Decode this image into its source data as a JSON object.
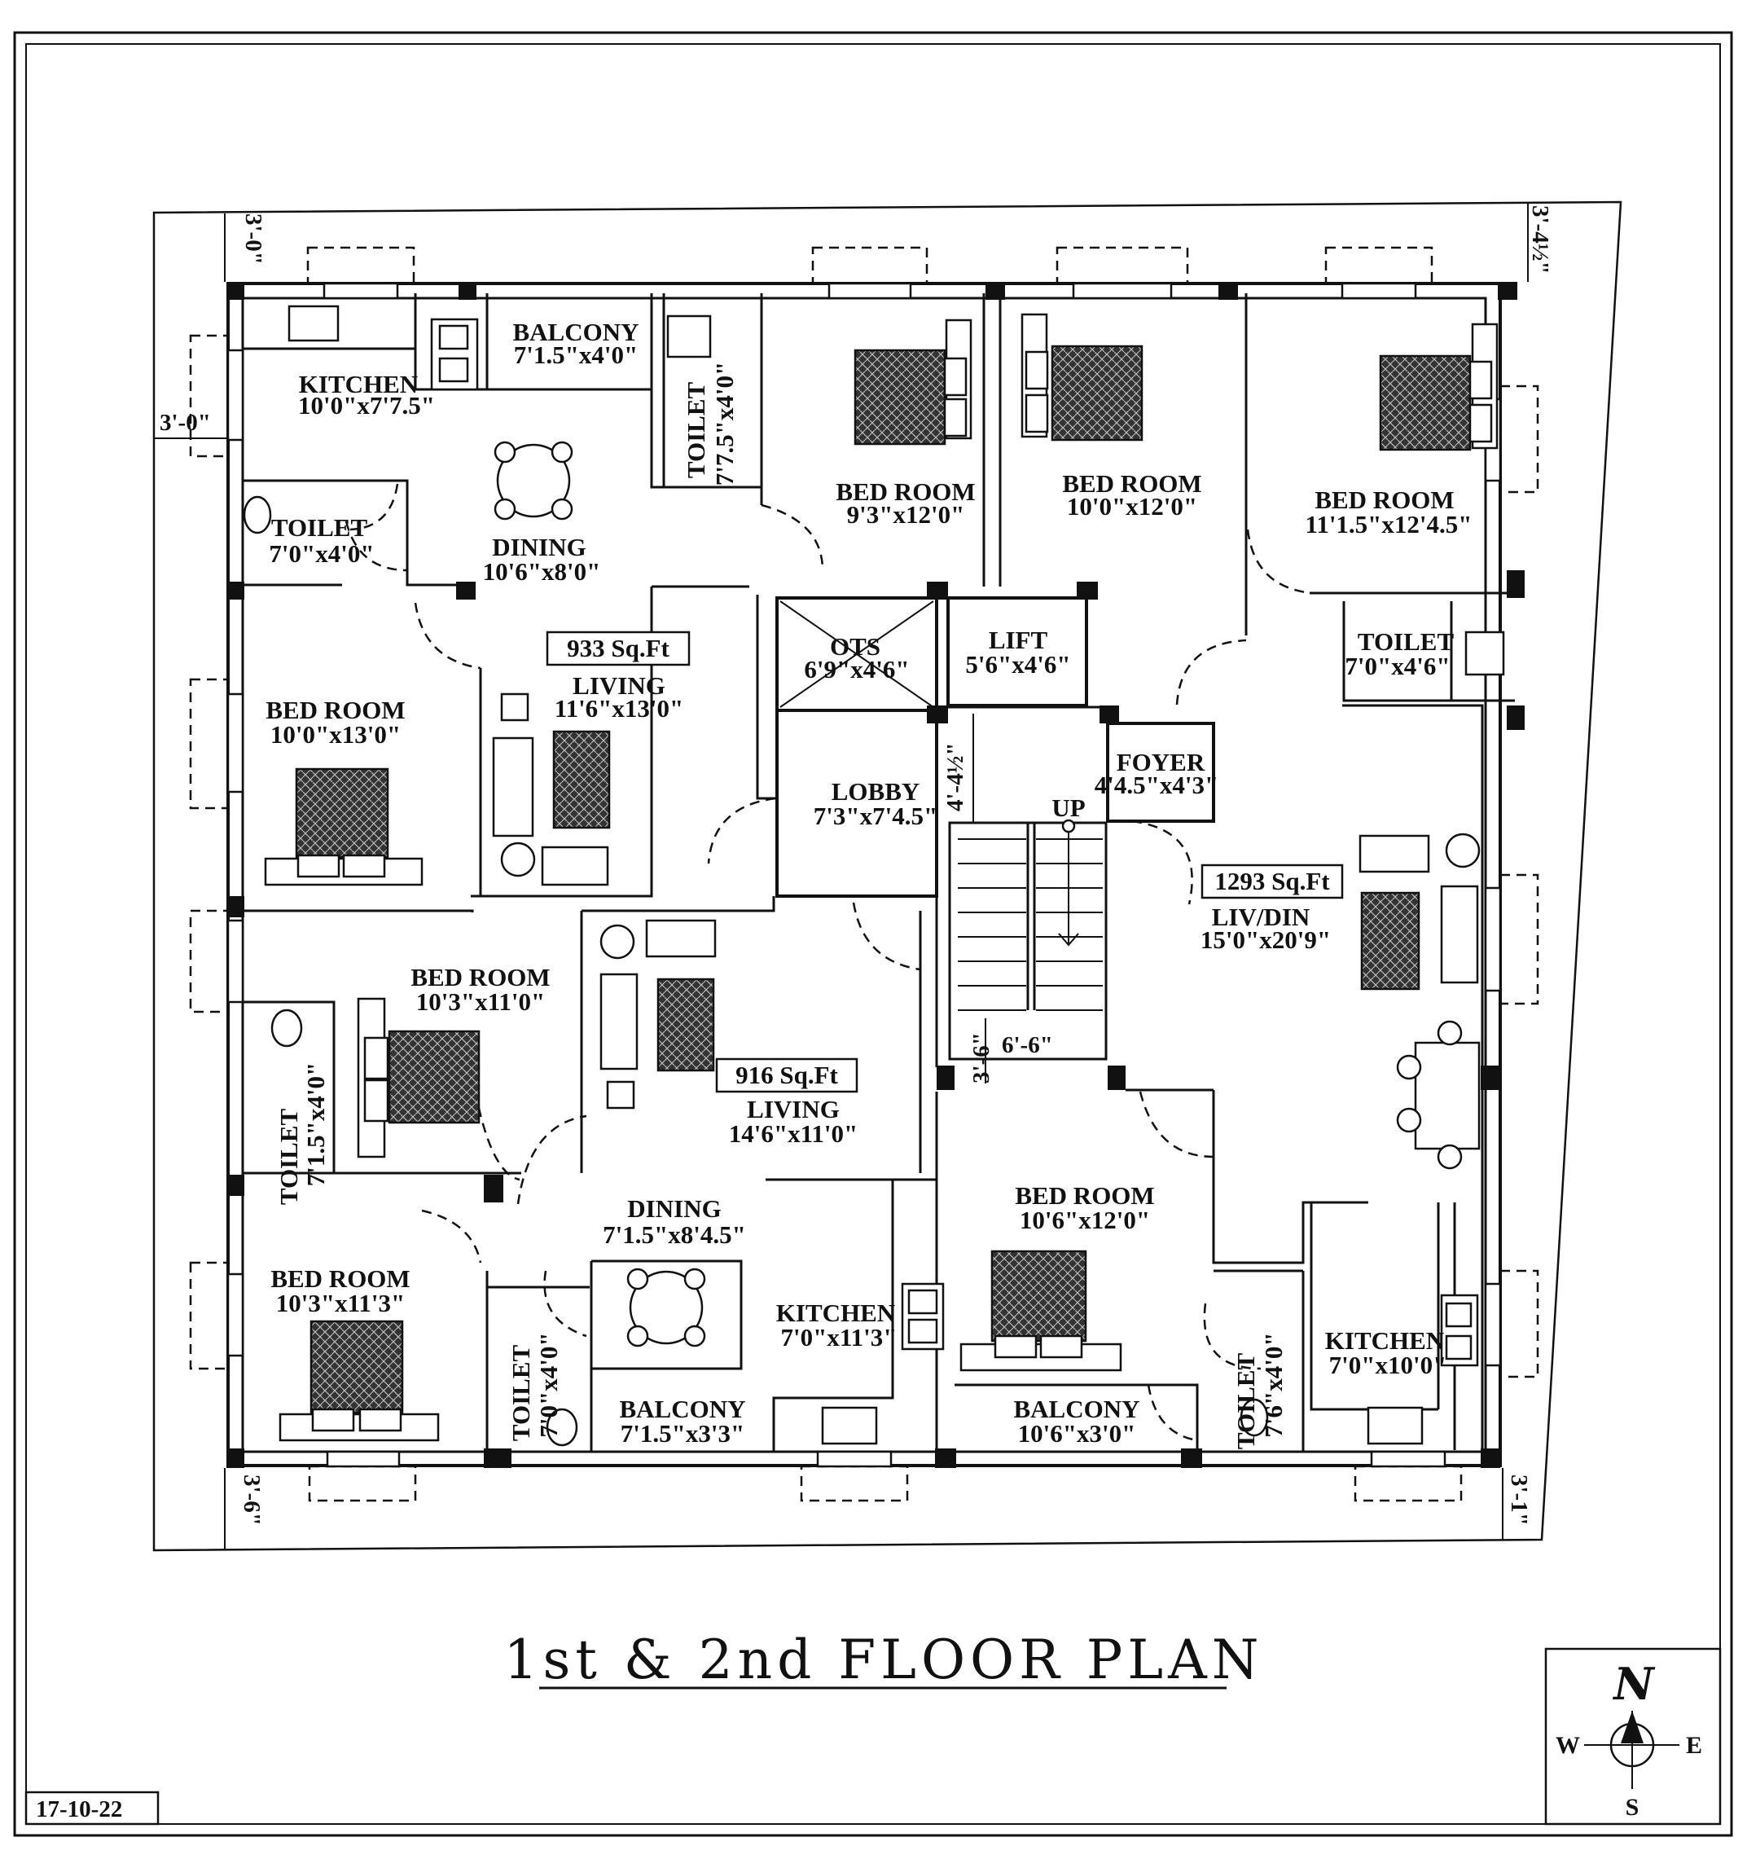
{
  "title": "1st & 2nd FLOOR PLAN",
  "date_stamp": "17-10-22",
  "compass": {
    "north": "N",
    "south": "S",
    "east": "E",
    "west": "W"
  },
  "units": [
    {
      "area": "933 Sq.Ft",
      "label": "LIVING",
      "size": "11'6\"x13'0\""
    },
    {
      "area": "916 Sq.Ft",
      "label": "LIVING",
      "size": "14'6\"x11'0\""
    },
    {
      "area": "1293 Sq.Ft",
      "label": "LIV/DIN",
      "size": "15'0\"x20'9\""
    }
  ],
  "rooms": {
    "kitchen_nw": {
      "name": "KITCHEN",
      "size": "10'0\"x7'7.5\""
    },
    "balcony_n": {
      "name": "BALCONY",
      "size": "7'1.5\"x4'0\""
    },
    "toilet_n": {
      "name": "TOILET",
      "size": "7'7.5\"x4'0\""
    },
    "bed_n1": {
      "name": "BED ROOM",
      "size": "9'3\"x12'0\""
    },
    "bed_n2": {
      "name": "BED ROOM",
      "size": "10'0\"x12'0\""
    },
    "bed_ne": {
      "name": "BED ROOM",
      "size": "11'1.5\"x12'4.5\""
    },
    "toilet_nw": {
      "name": "TOILET",
      "size": "7'0\"x4'0\""
    },
    "dining_nw": {
      "name": "DINING",
      "size": "10'6\"x8'0\""
    },
    "bed_w1": {
      "name": "BED ROOM",
      "size": "10'0\"x13'0\""
    },
    "ots": {
      "name": "OTS",
      "size": "6'9\"x4'6\""
    },
    "lift": {
      "name": "LIFT",
      "size": "5'6\"x4'6\""
    },
    "toilet_ne": {
      "name": "TOILET",
      "size": "7'0\"x4'6\""
    },
    "lobby": {
      "name": "LOBBY",
      "size": "7'3\"x7'4.5\""
    },
    "foyer": {
      "name": "FOYER",
      "size": "4'4.5\"x4'3\""
    },
    "bed_w2": {
      "name": "BED ROOM",
      "size": "10'3\"x11'0\""
    },
    "toilet_w": {
      "name": "TOILET",
      "size": "7'1.5\"x4'0\""
    },
    "dining_sw": {
      "name": "DINING",
      "size": "7'1.5\"x8'4.5\""
    },
    "bed_sw": {
      "name": "BED ROOM",
      "size": "10'3\"x11'3\""
    },
    "toilet_s": {
      "name": "TOILET",
      "size": "7'0\"x4'0\""
    },
    "kitchen_s": {
      "name": "KITCHEN",
      "size": "7'0\"x11'3\""
    },
    "balcony_sw": {
      "name": "BALCONY",
      "size": "7'1.5\"x3'3\""
    },
    "bed_se": {
      "name": "BED ROOM",
      "size": "10'6\"x12'0\""
    },
    "balcony_se": {
      "name": "BALCONY",
      "size": "10'6\"x3'0\""
    },
    "toilet_se": {
      "name": "TOILET",
      "size": "7'6\"x4'0\""
    },
    "kitchen_se": {
      "name": "KITCHEN",
      "size": "7'0\"x10'0\""
    }
  },
  "stair": {
    "up_label": "UP",
    "width_dim": "6'-6\"",
    "landing_dim": "3'-6\"",
    "lobby_dim": "4'-4½\""
  },
  "setbacks": {
    "north_left": "3'-0\"",
    "north_right": "3'-4½\"",
    "west": "3'-0\"",
    "south_left": "3'-6\"",
    "south_right": "3'-1\""
  }
}
